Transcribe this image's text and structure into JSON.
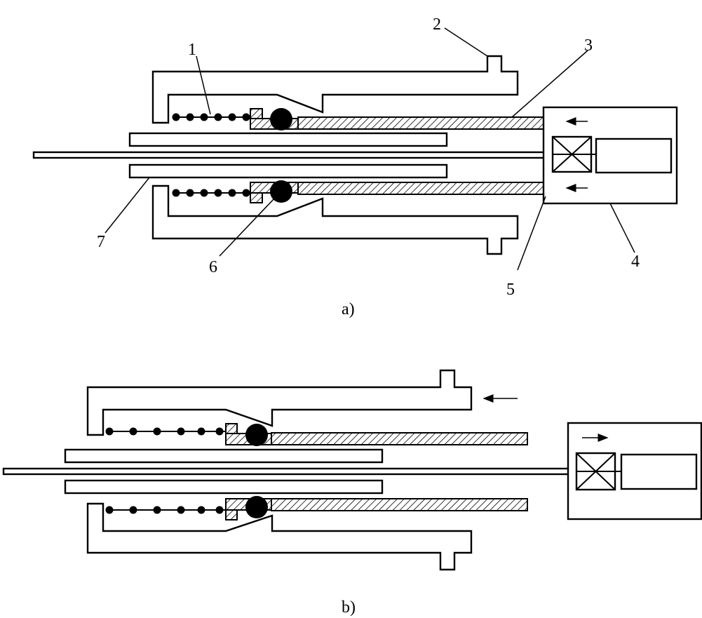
{
  "figure": {
    "subfigure_a": {
      "caption": "a)",
      "labels": {
        "l1": "1",
        "l2": "2",
        "l3": "3",
        "l4": "4",
        "l5": "5",
        "l6": "6",
        "l7": "7"
      }
    },
    "subfigure_b": {
      "caption": "b)"
    }
  }
}
